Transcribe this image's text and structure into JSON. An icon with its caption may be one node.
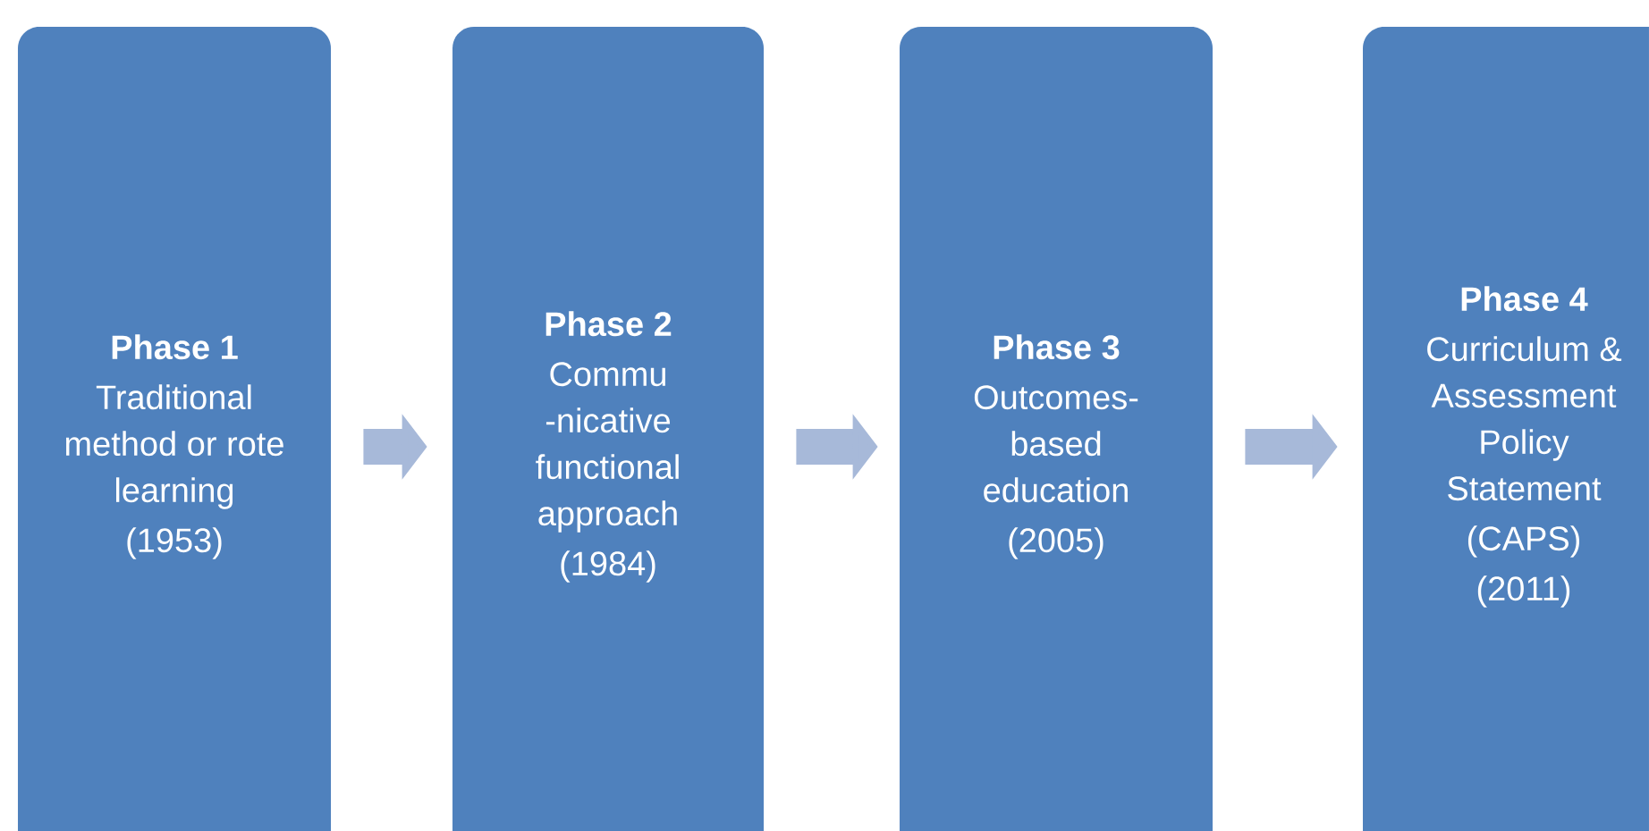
{
  "diagram": {
    "nodes": [
      {
        "text": [
          "Phase 1",
          "Traditional method or rote learning",
          "(1953)"
        ]
      },
      {
        "text": [
          "Phase 2",
          "Commu -nicative functional approach",
          "(1984)"
        ]
      },
      {
        "text": [
          "Phase 3",
          "Outcomes-based education",
          "(2005)"
        ]
      },
      {
        "text": [
          "Phase 4",
          "Curriculum & Assessment Policy Statement",
          "(CAPS)",
          "(2011)"
        ]
      }
    ],
    "edges": [
      {
        "from": 0,
        "to": 1,
        "arrow": "to"
      },
      {
        "from": 1,
        "to": 2,
        "arrow": "to"
      },
      {
        "from": 2,
        "to": 3,
        "arrow": "to"
      }
    ]
  }
}
